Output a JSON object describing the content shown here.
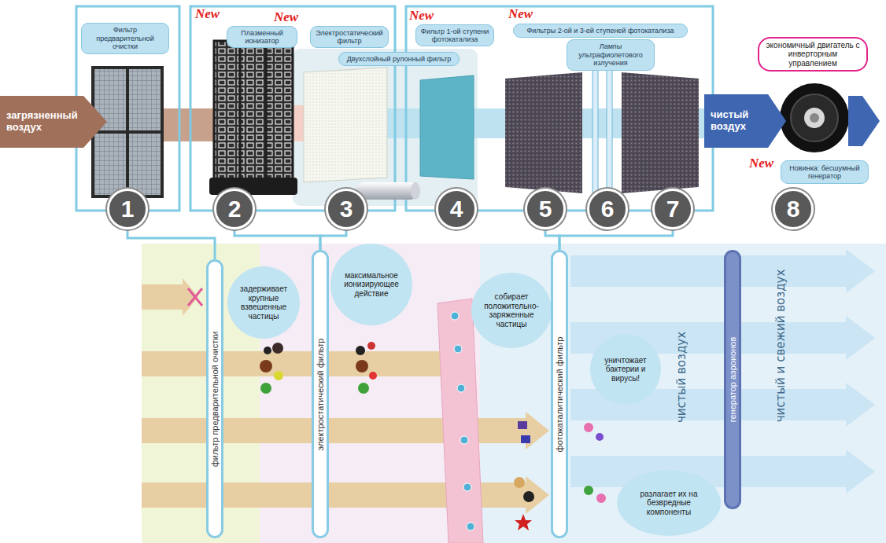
{
  "diagram": {
    "nodes": [
      {
        "text": [
          "загрязненный воздух"
        ]
      },
      {
        "text": [
          "Фильтр предварительной очистки"
        ]
      },
      {
        "text": [
          "Плазменный ионизатор"
        ]
      },
      {
        "text": [
          "Электростатический фильтр"
        ]
      },
      {
        "text": [
          "Двухслойный рулонный фильтр"
        ]
      },
      {
        "text": [
          "Фильтр 1-ой ступени фотокатализа"
        ]
      },
      {
        "text": [
          "Фильтры 2-ой и 3-ей ступеней фотокатализа"
        ]
      },
      {
        "text": [
          "Лампы ультрафиолетового излучения"
        ]
      },
      {
        "text": [
          "чистый воздух"
        ]
      },
      {
        "text": [
          "экономичный двигатель с инверторным управлением"
        ]
      },
      {
        "text": [
          "Новинка: бесшумный генератор"
        ]
      },
      {
        "text": [
          "1"
        ]
      },
      {
        "text": [
          "2"
        ]
      },
      {
        "text": [
          "3"
        ]
      },
      {
        "text": [
          "4"
        ]
      },
      {
        "text": [
          "5"
        ]
      },
      {
        "text": [
          "6"
        ]
      },
      {
        "text": [
          "7"
        ]
      },
      {
        "text": [
          "8"
        ]
      },
      {
        "text": [
          "фильтр предварительной очистки"
        ]
      },
      {
        "text": [
          "задерживает крупные взвешенные частицы"
        ]
      },
      {
        "text": [
          "электростатический фильтр"
        ]
      },
      {
        "text": [
          "максимальное ионизирующее действие"
        ]
      },
      {
        "text": [
          "собирает положительно-заряженные частицы"
        ]
      },
      {
        "text": [
          "фотокаталитический фильтр"
        ]
      },
      {
        "text": [
          "уничтожает бактерии и вирусы!"
        ]
      },
      {
        "text": [
          "разлагает их на безвредные компоненты"
        ]
      },
      {
        "text": [
          "генератор аэроионов"
        ]
      }
    ],
    "edges": [
      {
        "from": 11,
        "to": 19,
        "arrow": "none"
      },
      {
        "from": 12,
        "to": 21,
        "arrow": "none"
      },
      {
        "from": 13,
        "to": 21,
        "arrow": "none"
      },
      {
        "from": 15,
        "to": 24,
        "arrow": "none"
      },
      {
        "from": 17,
        "to": 24,
        "arrow": "none"
      }
    ],
    "labels": [
      "New",
      "New",
      "New",
      "New",
      "New",
      "чистый воздух",
      "чистый и свежий воздух"
    ]
  }
}
